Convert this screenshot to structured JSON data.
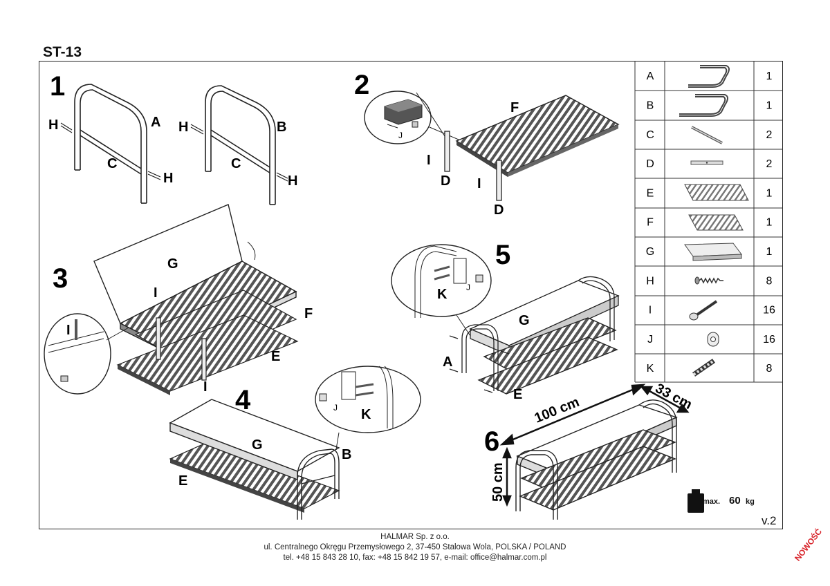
{
  "title": "ST-13",
  "version": "v.2",
  "steps": {
    "s1": "1",
    "s2": "2",
    "s3": "3",
    "s4": "4",
    "s5": "5",
    "s6": "6"
  },
  "labels": {
    "A": "A",
    "B": "B",
    "C": "C",
    "D": "D",
    "E": "E",
    "F": "F",
    "G": "G",
    "H": "H",
    "I": "I",
    "J": "J",
    "K": "K"
  },
  "dimensions": {
    "length": "100 cm",
    "depth": "33 cm",
    "height": "50 cm"
  },
  "max_load": {
    "prefix": "max.",
    "value": "60",
    "unit": "kg"
  },
  "parts_table": [
    {
      "letter": "A",
      "icon": "frame-a-icon",
      "qty": "1"
    },
    {
      "letter": "B",
      "icon": "frame-b-icon",
      "qty": "1"
    },
    {
      "letter": "C",
      "icon": "bar-c-icon",
      "qty": "2"
    },
    {
      "letter": "D",
      "icon": "bar-d-icon",
      "qty": "2"
    },
    {
      "letter": "E",
      "icon": "shelf-e-icon",
      "qty": "1"
    },
    {
      "letter": "F",
      "icon": "shelf-f-icon",
      "qty": "1"
    },
    {
      "letter": "G",
      "icon": "seat-g-icon",
      "qty": "1"
    },
    {
      "letter": "H",
      "icon": "screw-h-icon",
      "qty": "8"
    },
    {
      "letter": "I",
      "icon": "bolt-i-icon",
      "qty": "16"
    },
    {
      "letter": "J",
      "icon": "nut-j-icon",
      "qty": "16"
    },
    {
      "letter": "K",
      "icon": "dowel-k-icon",
      "qty": "8"
    }
  ],
  "footer": {
    "company": "HALMAR Sp. z o.o.",
    "address": "ul. Centralnego Okręgu Przemysłowego 2, 37-450 Stalowa Wola, POLSKA / POLAND",
    "contact": "tel. +48 15 843 28 10, fax: +48 15 842 19 57, e-mail: office@halmar.com.pl"
  },
  "stamp": "NOWOŚĆ"
}
